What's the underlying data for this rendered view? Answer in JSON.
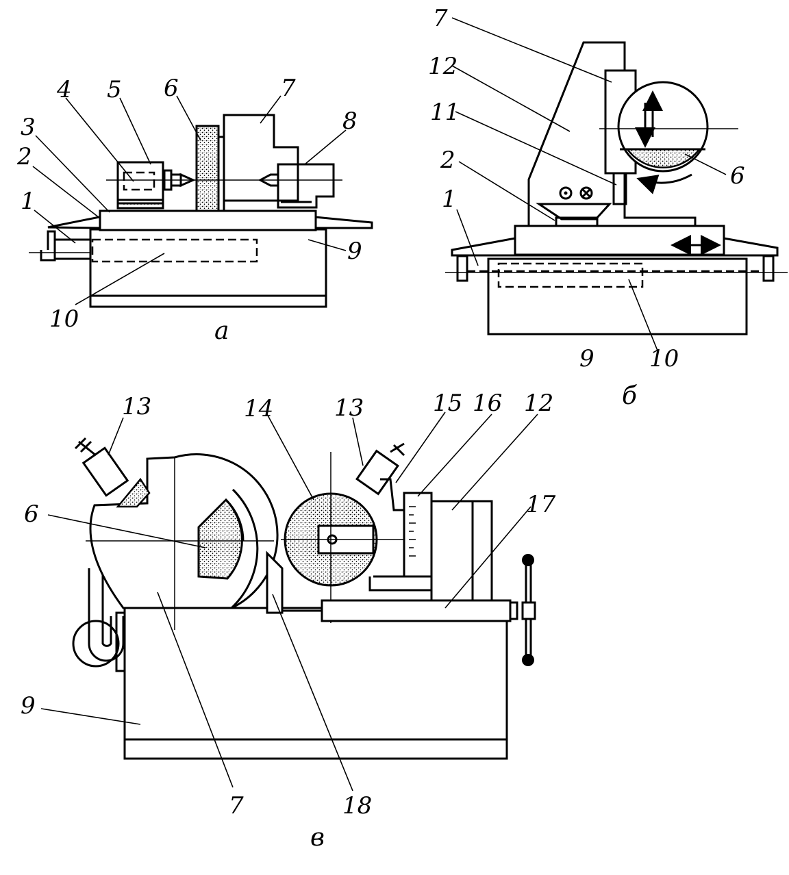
{
  "figure": {
    "panel_a": {
      "caption": "а",
      "labels": [
        "1",
        "2",
        "3",
        "4",
        "5",
        "6",
        "7",
        "8",
        "9",
        "10"
      ]
    },
    "panel_b": {
      "caption": "б",
      "labels": [
        "7",
        "12",
        "11",
        "2",
        "1",
        "6",
        "9",
        "10"
      ]
    },
    "panel_v": {
      "caption": "в",
      "labels": [
        "13",
        "14",
        "13",
        "15",
        "16",
        "12",
        "17",
        "6",
        "9",
        "7",
        "18"
      ]
    }
  },
  "colors": {
    "ink": "#000000",
    "paper": "#ffffff",
    "abrasive_stipple": "#000000"
  }
}
